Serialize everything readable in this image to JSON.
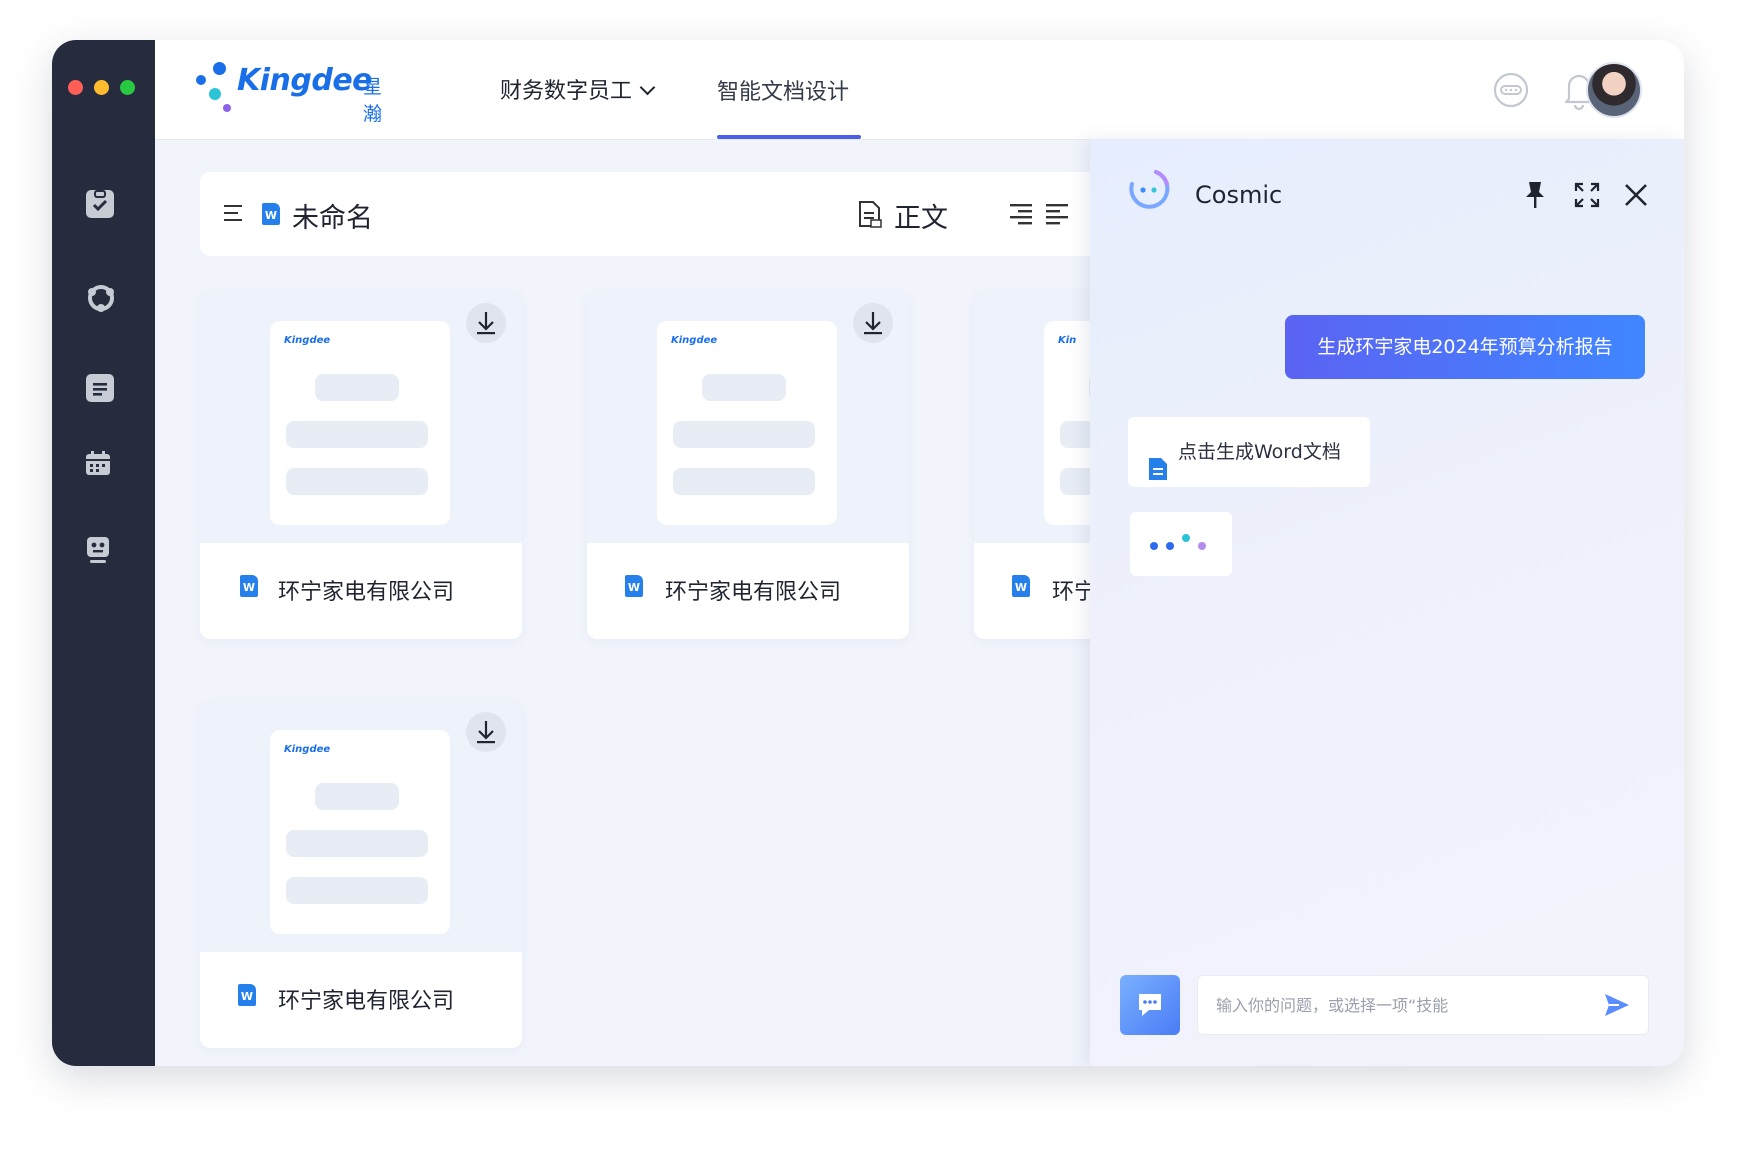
{
  "window": {
    "controls": {
      "close_color": "#ff5f57",
      "min_color": "#febc2e",
      "max_color": "#28c840"
    }
  },
  "sidebar": {
    "items": [
      {
        "icon": "clipboard-check-icon"
      },
      {
        "icon": "team-icon"
      },
      {
        "icon": "document-icon"
      },
      {
        "icon": "calendar-icon"
      },
      {
        "icon": "robot-icon"
      }
    ]
  },
  "header": {
    "brand": "Kingdee",
    "brand_sub": "星瀚",
    "nav": [
      {
        "label": "财务数字员工",
        "has_dropdown": true
      },
      {
        "label": "智能文档设计",
        "active": true
      }
    ],
    "accent": "#4a5ee8"
  },
  "toolbar": {
    "doc_title": "未命名",
    "style_label": "正文"
  },
  "cards": [
    {
      "name": "环宁家电有限公司",
      "logo": "Kingdee"
    },
    {
      "name": "环宁家电有限公司",
      "logo": "Kingdee"
    },
    {
      "name": "环宁",
      "logo": "Kin"
    },
    {
      "name": "环宁家电有限公司",
      "logo": "Kingdee"
    }
  ],
  "panel": {
    "title": "Cosmic",
    "user_message": "生成环宇家电2024年预算分析报告",
    "bot_message": "点击生成Word文档",
    "input_placeholder": "输入你的问题，或选择一项“技能"
  }
}
